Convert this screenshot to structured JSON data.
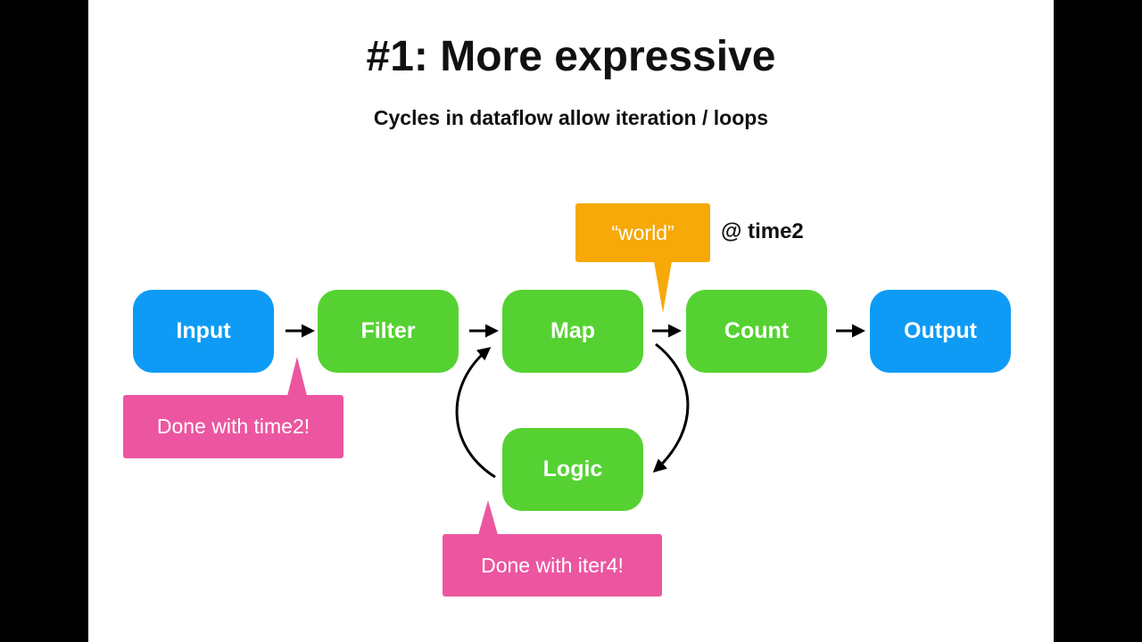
{
  "slide": {
    "title": "#1: More expressive",
    "subtitle": "Cycles in dataflow allow iteration / loops"
  },
  "nodes": {
    "input": "Input",
    "filter": "Filter",
    "map": "Map",
    "count": "Count",
    "output": "Output",
    "logic": "Logic"
  },
  "callouts": {
    "world": "“world”",
    "time_label": "@ time2",
    "done_time2": "Done with time2!",
    "done_iter4": "Done with iter4!"
  },
  "colors": {
    "source_sink": "#0e9bf5",
    "operator": "#55d232",
    "progress_note": "#ec56a0",
    "data_note": "#f6a907"
  }
}
